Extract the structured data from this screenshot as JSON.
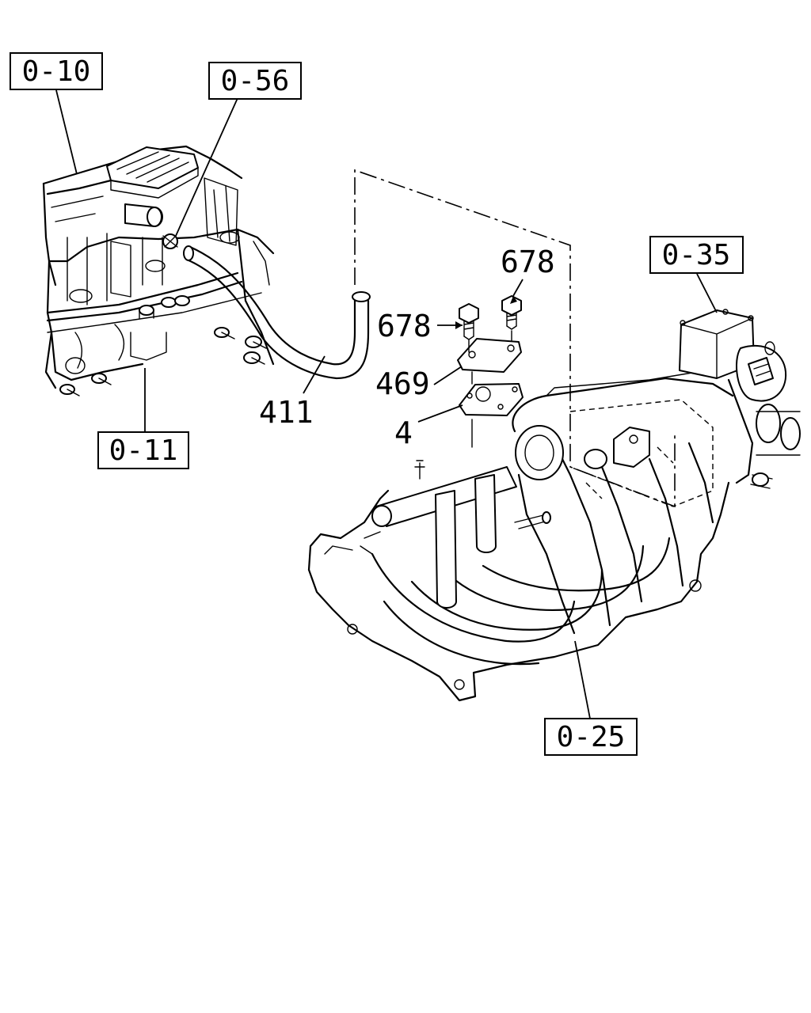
{
  "callouts": {
    "ref_0_10": "0-10",
    "ref_0_56": "0-56",
    "ref_0_11": "0-11",
    "ref_0_35": "0-35",
    "ref_0_25": "0-25"
  },
  "parts": {
    "hose": "411",
    "bolt_upper": "678",
    "bolt_left": "678",
    "gasket_plate": "469",
    "gasket": "4"
  }
}
